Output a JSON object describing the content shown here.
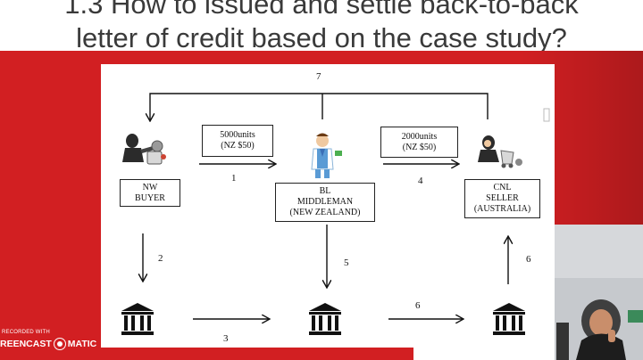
{
  "title_line1": "1.3 How to issued and settle back-to-back",
  "title_line2": "letter of credit based on the case study?",
  "parties": {
    "buyer": [
      "NW",
      "BUYER"
    ],
    "middleman": [
      "BL",
      "MIDDLEMAN",
      "(NEW ZEALAND)"
    ],
    "seller": [
      "CNL",
      "SELLER",
      "(AUSTRALIA)"
    ]
  },
  "orders": {
    "left": [
      "5000units",
      "(NZ $50)"
    ],
    "right": [
      "2000units",
      "(NZ $50)"
    ]
  },
  "steps": {
    "s1": "1",
    "s2": "2",
    "s3": "3",
    "s4": "4",
    "s5": "5",
    "s6_right": "6",
    "s6_bottom": "6",
    "s7": "7"
  },
  "watermark": {
    "small": "RECORDED WITH",
    "brand_left": "REENCAST",
    "brand_right": "MATIC"
  },
  "colors": {
    "accent_red": "#d21f22",
    "ink": "#111111"
  }
}
